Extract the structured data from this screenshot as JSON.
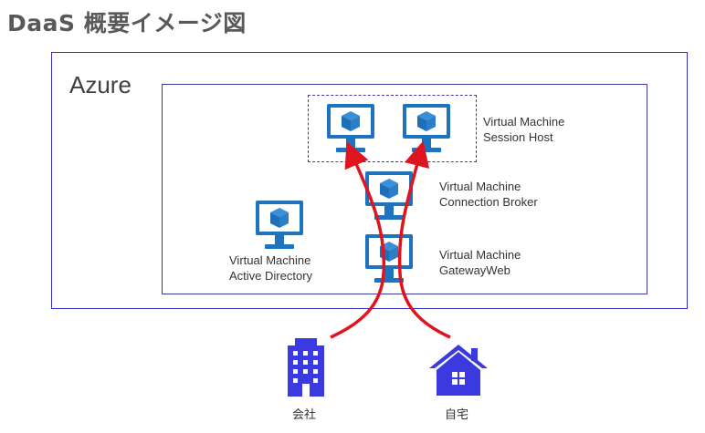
{
  "title": "DaaS 概要イメージ図",
  "azure_label": "Azure",
  "vms": {
    "session_host": {
      "line1": "Virtual Machine",
      "line2": "Session Host"
    },
    "connection_broker": {
      "line1": "Virtual Machine",
      "line2": "Connection Broker"
    },
    "active_directory": {
      "line1": "Virtual Machine",
      "line2": "Active Directory"
    },
    "gateway_web": {
      "line1": "Virtual Machine",
      "line2": "GatewayWeb"
    }
  },
  "sites": {
    "office": "会社",
    "home": "自宅"
  },
  "colors": {
    "vm_blue": "#1e73be",
    "cube_blue": "#1d6fb8",
    "arrow_red": "#e0141e",
    "building_blue": "#3a3ae0",
    "box_border": "#2e2ec8"
  }
}
